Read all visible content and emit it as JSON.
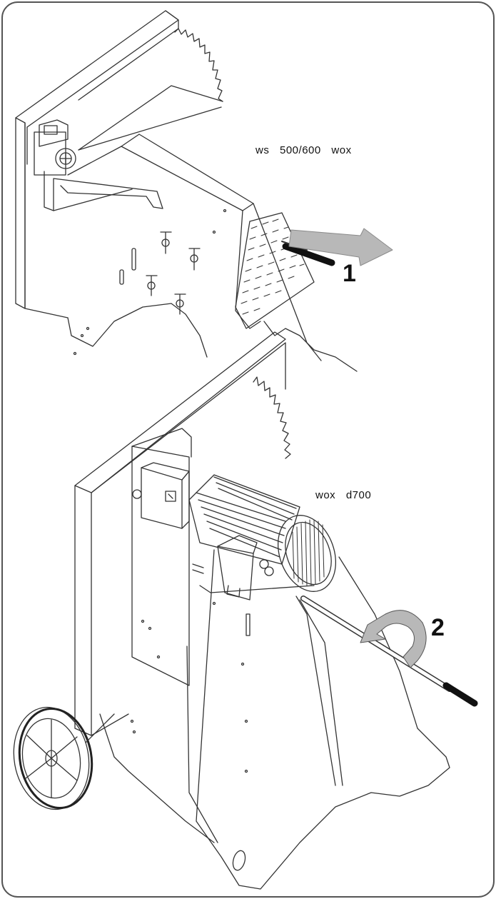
{
  "labels": {
    "top_model": "ws  500/600  wox",
    "bottom_model": "wox  d700"
  },
  "steps": {
    "step1": "1",
    "step2": "2"
  },
  "colors": {
    "line": "#333333",
    "arrow_fill": "#b8b8b8",
    "frame": "#555555"
  },
  "icons": {
    "step1_indicator": "arrow-right-icon",
    "step2_indicator": "rotate-arrow-icon"
  }
}
